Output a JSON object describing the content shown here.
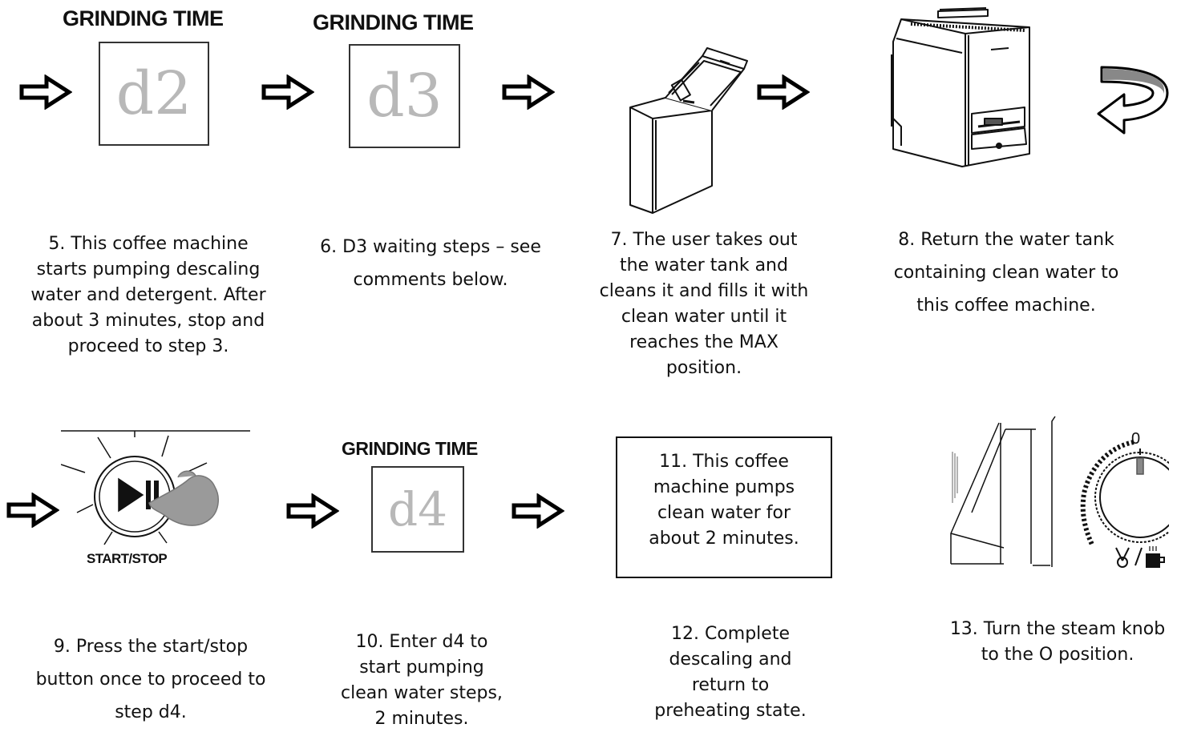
{
  "displays": {
    "d2": {
      "title": "GRINDING TIME",
      "code": "d2"
    },
    "d3": {
      "title": "GRINDING TIME",
      "code": "d3"
    },
    "d4": {
      "title": "GRINDING TIME",
      "code": "d4"
    }
  },
  "button_label": "START/STOP",
  "knob_zero_label": "0",
  "box_text": "11. This coffee machine pumps clean water for about 2 minutes.",
  "captions": {
    "s5": "5. This coffee machine starts pumping descaling water and detergent. After about 3 minutes, stop and proceed to step 3.",
    "s6": "6. D3 waiting steps – see comments below.",
    "s7": "7. The user takes out the water tank and cleans it and fills it with clean water until it reaches the MAX position.",
    "s8": "8. Return the water tank containing clean water to this coffee machine.",
    "s9": "9. Press the start/stop button once to proceed to step d4.",
    "s10": "10. Enter d4 to start pumping clean water steps, 2 minutes.",
    "s12": "12. Complete descaling and return to preheating state.",
    "s13": "13. Turn the steam knob to the O position."
  }
}
